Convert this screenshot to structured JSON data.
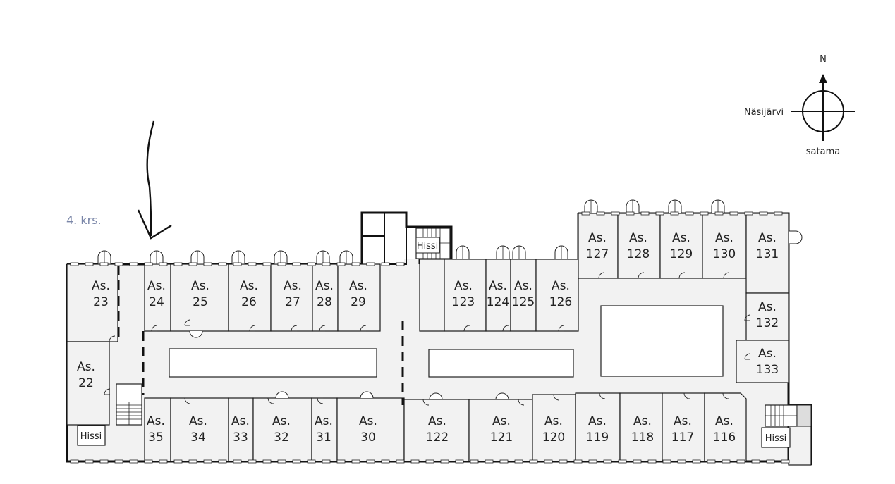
{
  "floor_label": "4. krs.",
  "compass": {
    "north": "N",
    "west": "Näsijärvi",
    "south": "satama"
  },
  "lift_label": "Hissi",
  "apartment_prefix": "As.",
  "apartments": {
    "a22": "22",
    "a23": "23",
    "a24": "24",
    "a25": "25",
    "a26": "26",
    "a27": "27",
    "a28": "28",
    "a29": "29",
    "a30": "30",
    "a31": "31",
    "a32": "32",
    "a33": "33",
    "a34": "34",
    "a35": "35",
    "a116": "116",
    "a117": "117",
    "a118": "118",
    "a119": "119",
    "a120": "120",
    "a121": "121",
    "a122": "122",
    "a123": "123",
    "a124": "124",
    "a125": "125",
    "a126": "126",
    "a127": "127",
    "a128": "128",
    "a129": "129",
    "a130": "130",
    "a131": "131",
    "a132": "132",
    "a133": "133"
  }
}
